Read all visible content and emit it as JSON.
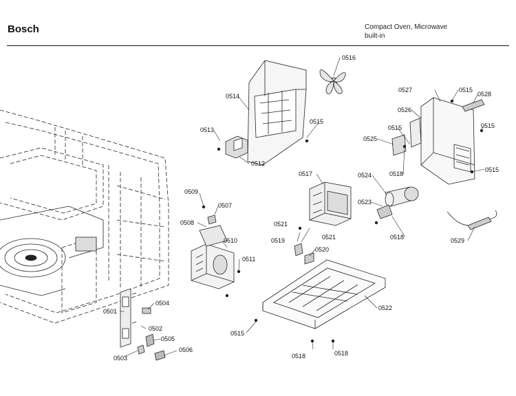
{
  "header": {
    "brand": "Bosch",
    "model_title": "Compact Oven, Microwave",
    "model_sub": "built-in"
  },
  "diagram": {
    "part_labels": {
      "p0501": "0501",
      "p0502": "0502",
      "p0503": "0503",
      "p0504": "0504",
      "p0505": "0505",
      "p0506": "0506",
      "p0507": "0507",
      "p0508": "0508",
      "p0509": "0509",
      "p0510": "0510",
      "p0511": "0511",
      "p0512": "0512",
      "p0513": "0513",
      "p0514": "0514",
      "p0515": "0515",
      "p0516": "0516",
      "p0517": "0517",
      "p0518": "0518",
      "p0519": "0519",
      "p0520": "0520",
      "p0521": "0521",
      "p0522": "0522",
      "p0523": "0523",
      "p0524": "0524",
      "p0525": "0525",
      "p0526": "0526",
      "p0527": "0527",
      "p0528": "0528",
      "p0529": "0529"
    }
  }
}
